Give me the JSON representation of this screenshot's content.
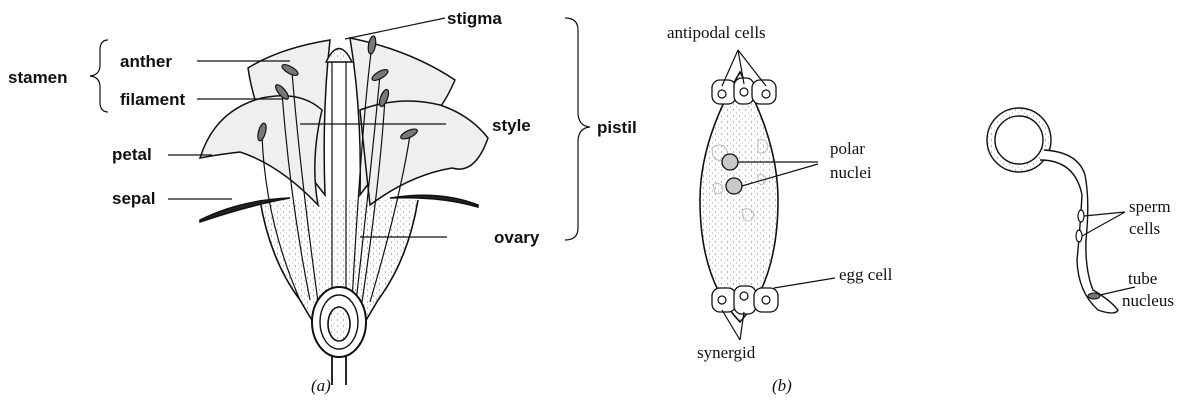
{
  "flower": {
    "labels": {
      "stigma": "stigma",
      "anther": "anther",
      "stamen": "stamen",
      "filament": "filament",
      "style": "style",
      "pistil": "pistil",
      "petal": "petal",
      "sepal": "sepal",
      "ovary": "ovary"
    },
    "caption": "(a)"
  },
  "embryo_sac": {
    "labels": {
      "antipodal_cells": "antipodal cells",
      "polar": "polar",
      "nuclei": "nuclei",
      "egg_cell": "egg cell",
      "synergid": "synergid"
    }
  },
  "pollen": {
    "labels": {
      "sperm": "sperm",
      "cells": "cells",
      "tube": "tube",
      "nucleus": "nucleus"
    }
  },
  "caption_b": "(b)"
}
